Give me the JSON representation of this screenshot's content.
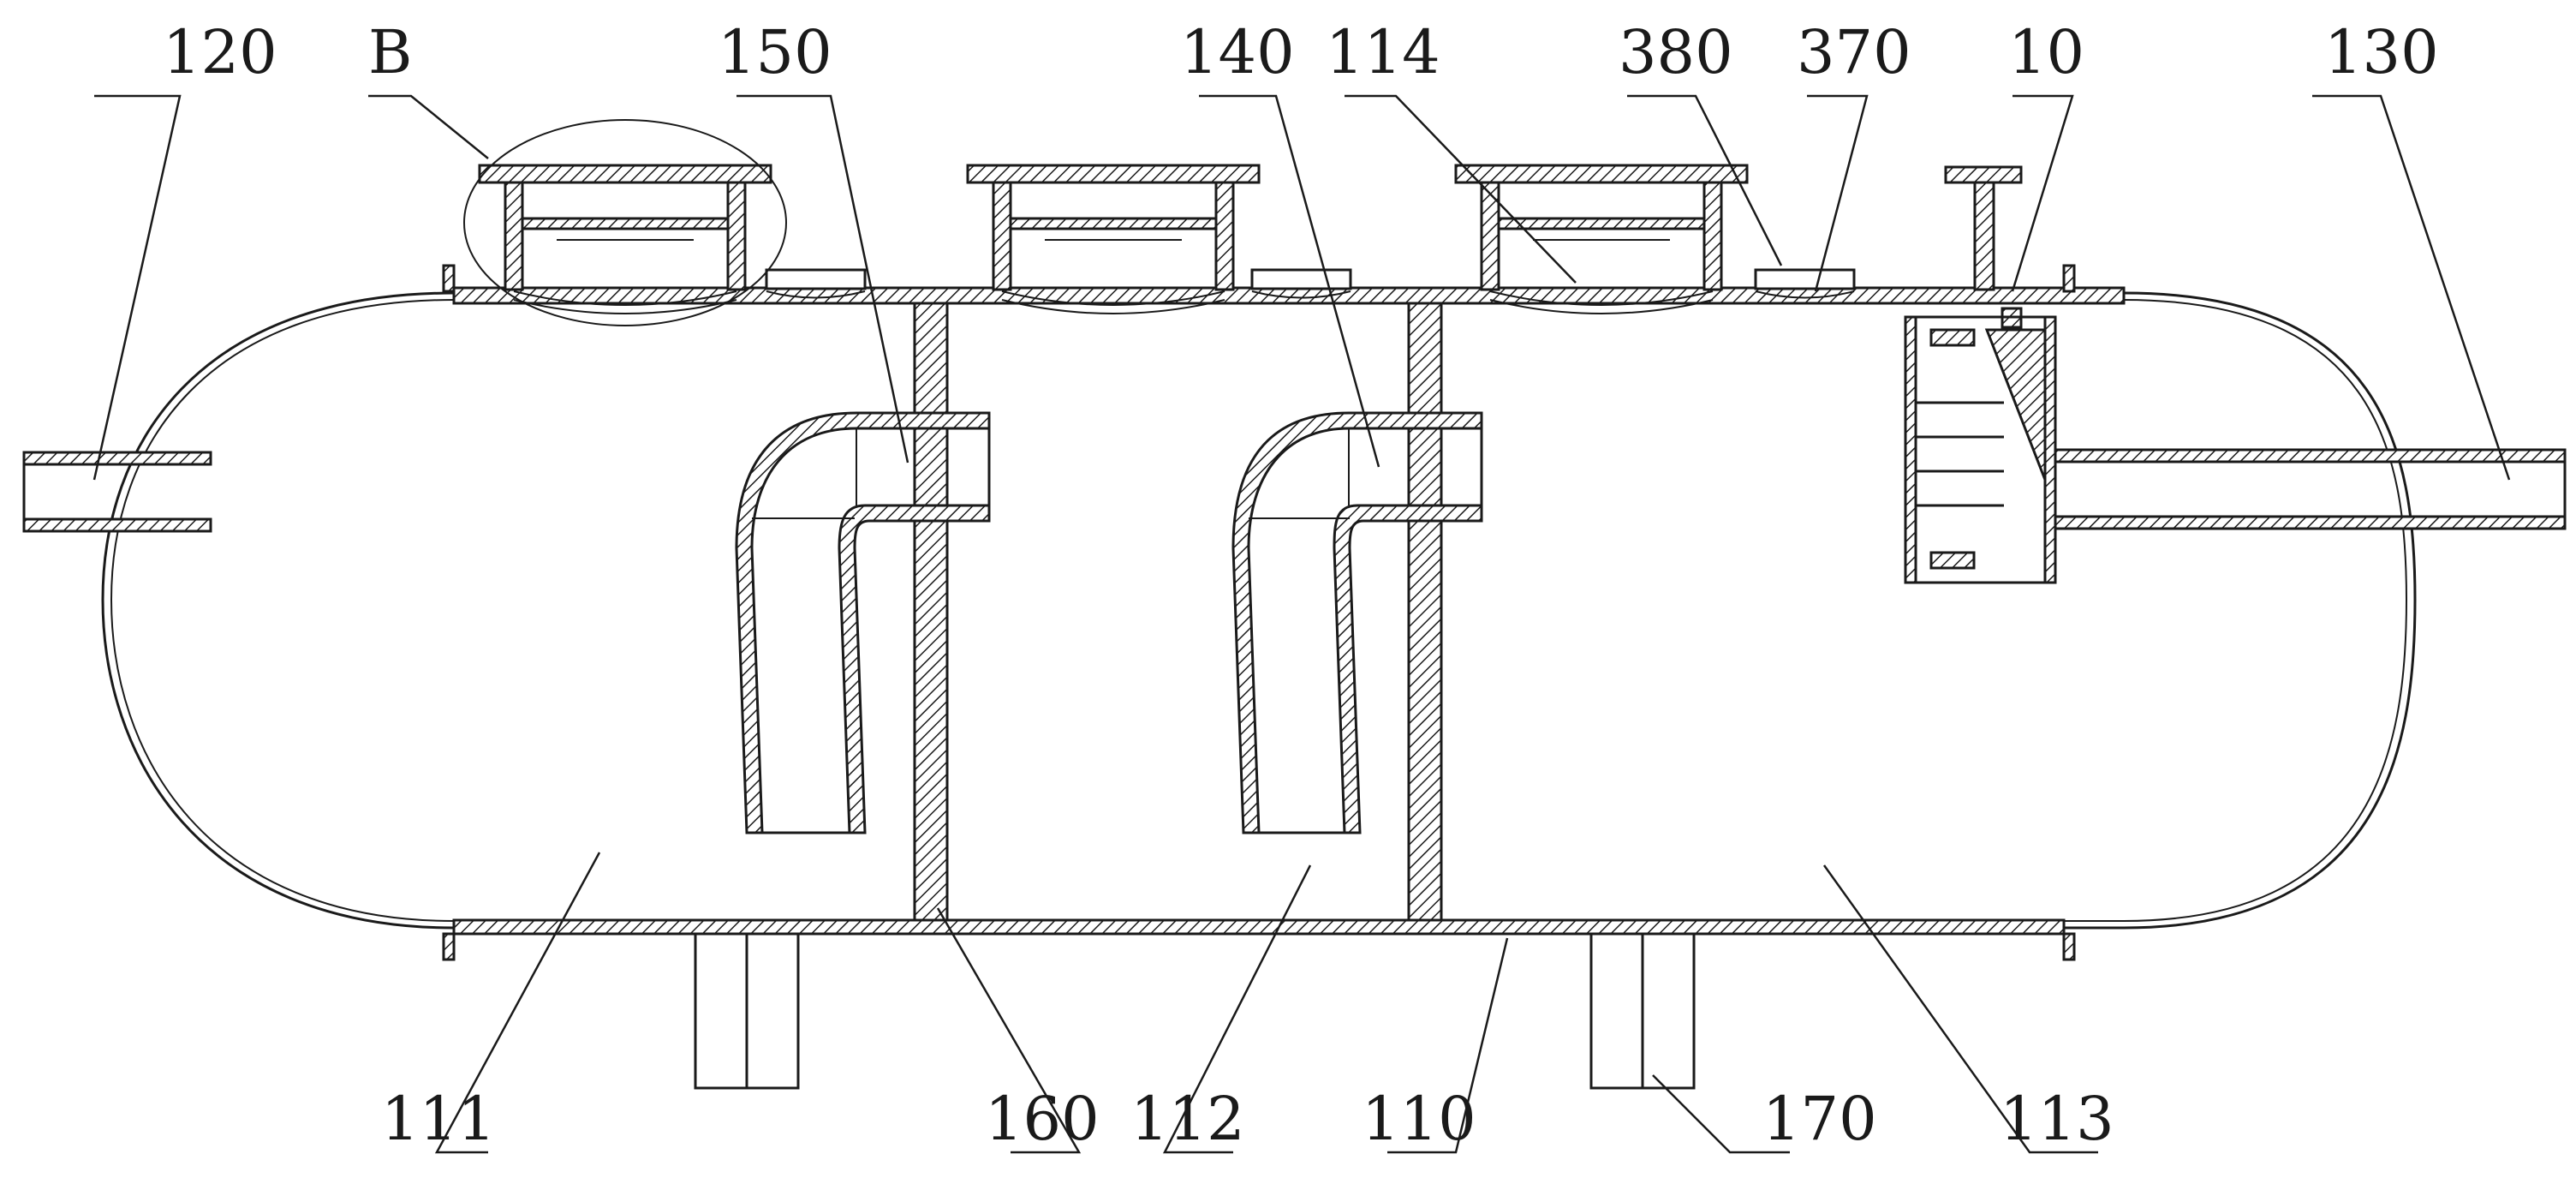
{
  "labels": {
    "l120": "120",
    "lB": "B",
    "l150": "150",
    "l140": "140",
    "l114": "114",
    "l380": "380",
    "l370": "370",
    "l10": "10",
    "l130": "130",
    "l111": "111",
    "l160": "160",
    "l112": "112",
    "l110": "110",
    "l170": "170",
    "l113": "113"
  }
}
